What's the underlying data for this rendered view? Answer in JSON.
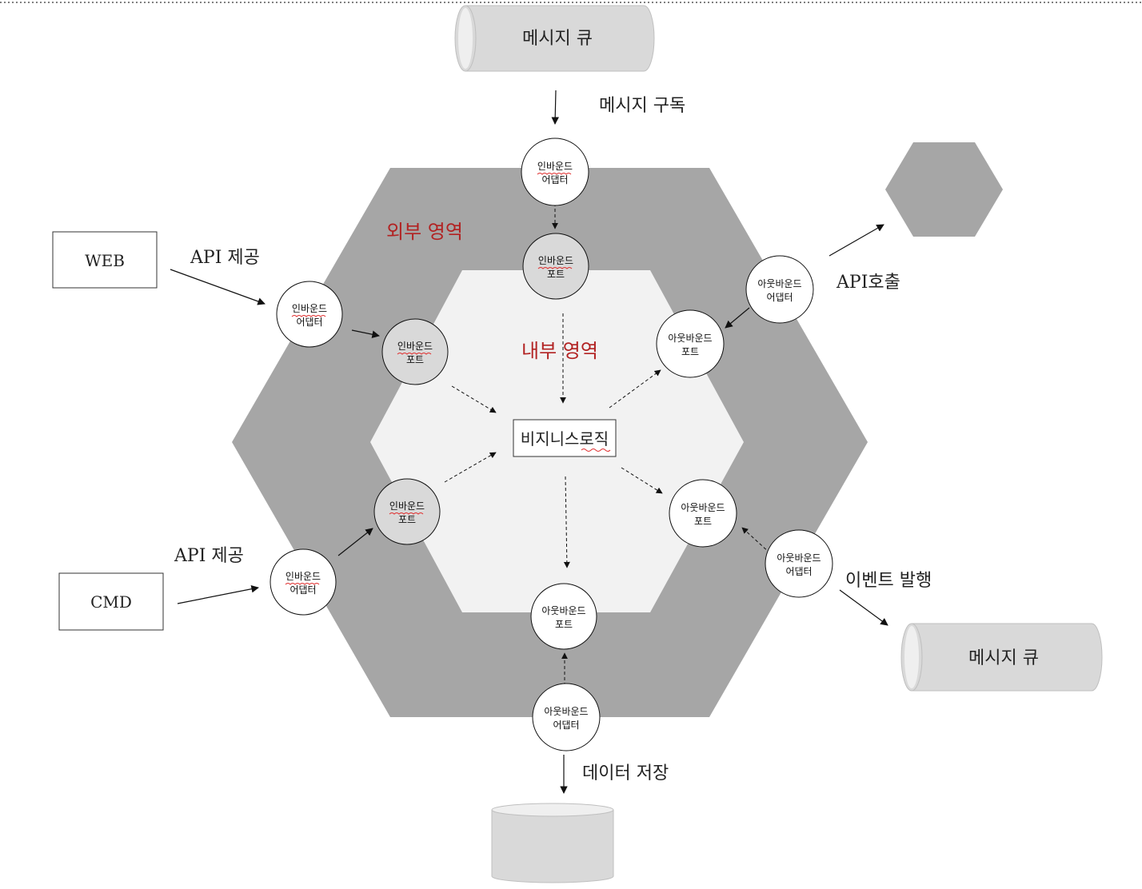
{
  "colors": {
    "outer_hexagon": "#a6a6a6",
    "inner_hexagon": "#f2f2f2",
    "port_fill": "#d9d9d9",
    "adapter_fill": "#ffffff",
    "queue_fill": "#d9d9d9",
    "region_label": "#b22222",
    "spell_underline": "#e03030"
  },
  "regions": {
    "outer": "외부 영역",
    "inner": "내부 영역"
  },
  "core": {
    "label": "비지니스로직"
  },
  "clients": {
    "web": "WEB",
    "cmd": "CMD"
  },
  "queues": {
    "top": "메시지 큐",
    "bottom_right": "메시지 큐"
  },
  "edge_labels": {
    "subscribe": "메시지 구독",
    "api_provide_web": "API 제공",
    "api_provide_cmd": "API 제공",
    "api_call": "API호출",
    "event_publish": "이벤트 발행",
    "data_store": "데이터 저장"
  },
  "nodes": {
    "inbound_adapter_top": [
      "인바운드",
      "어댑터"
    ],
    "inbound_port_top": [
      "인바운드",
      "포트"
    ],
    "inbound_adapter_web": [
      "인바운드",
      "어댑터"
    ],
    "inbound_port_web": [
      "인바운드",
      "포트"
    ],
    "inbound_port_cmd": [
      "인바운드",
      "포트"
    ],
    "inbound_adapter_cmd": [
      "인바운드",
      "어댑터"
    ],
    "outbound_adapter_api": [
      "아웃바운드",
      "어댑터"
    ],
    "outbound_port_api": [
      "아웃바운드",
      "포트"
    ],
    "outbound_port_event": [
      "아웃바운드",
      "포트"
    ],
    "outbound_adapter_event": [
      "아웃바운드",
      "어댑터"
    ],
    "outbound_port_db": [
      "아웃바운드",
      "포트"
    ],
    "outbound_adapter_db": [
      "아웃바운드",
      "어댑터"
    ]
  },
  "icons": {
    "external_system": "hexagon-icon",
    "database": "database-cylinder-icon",
    "queue": "horizontal-cylinder-icon"
  }
}
